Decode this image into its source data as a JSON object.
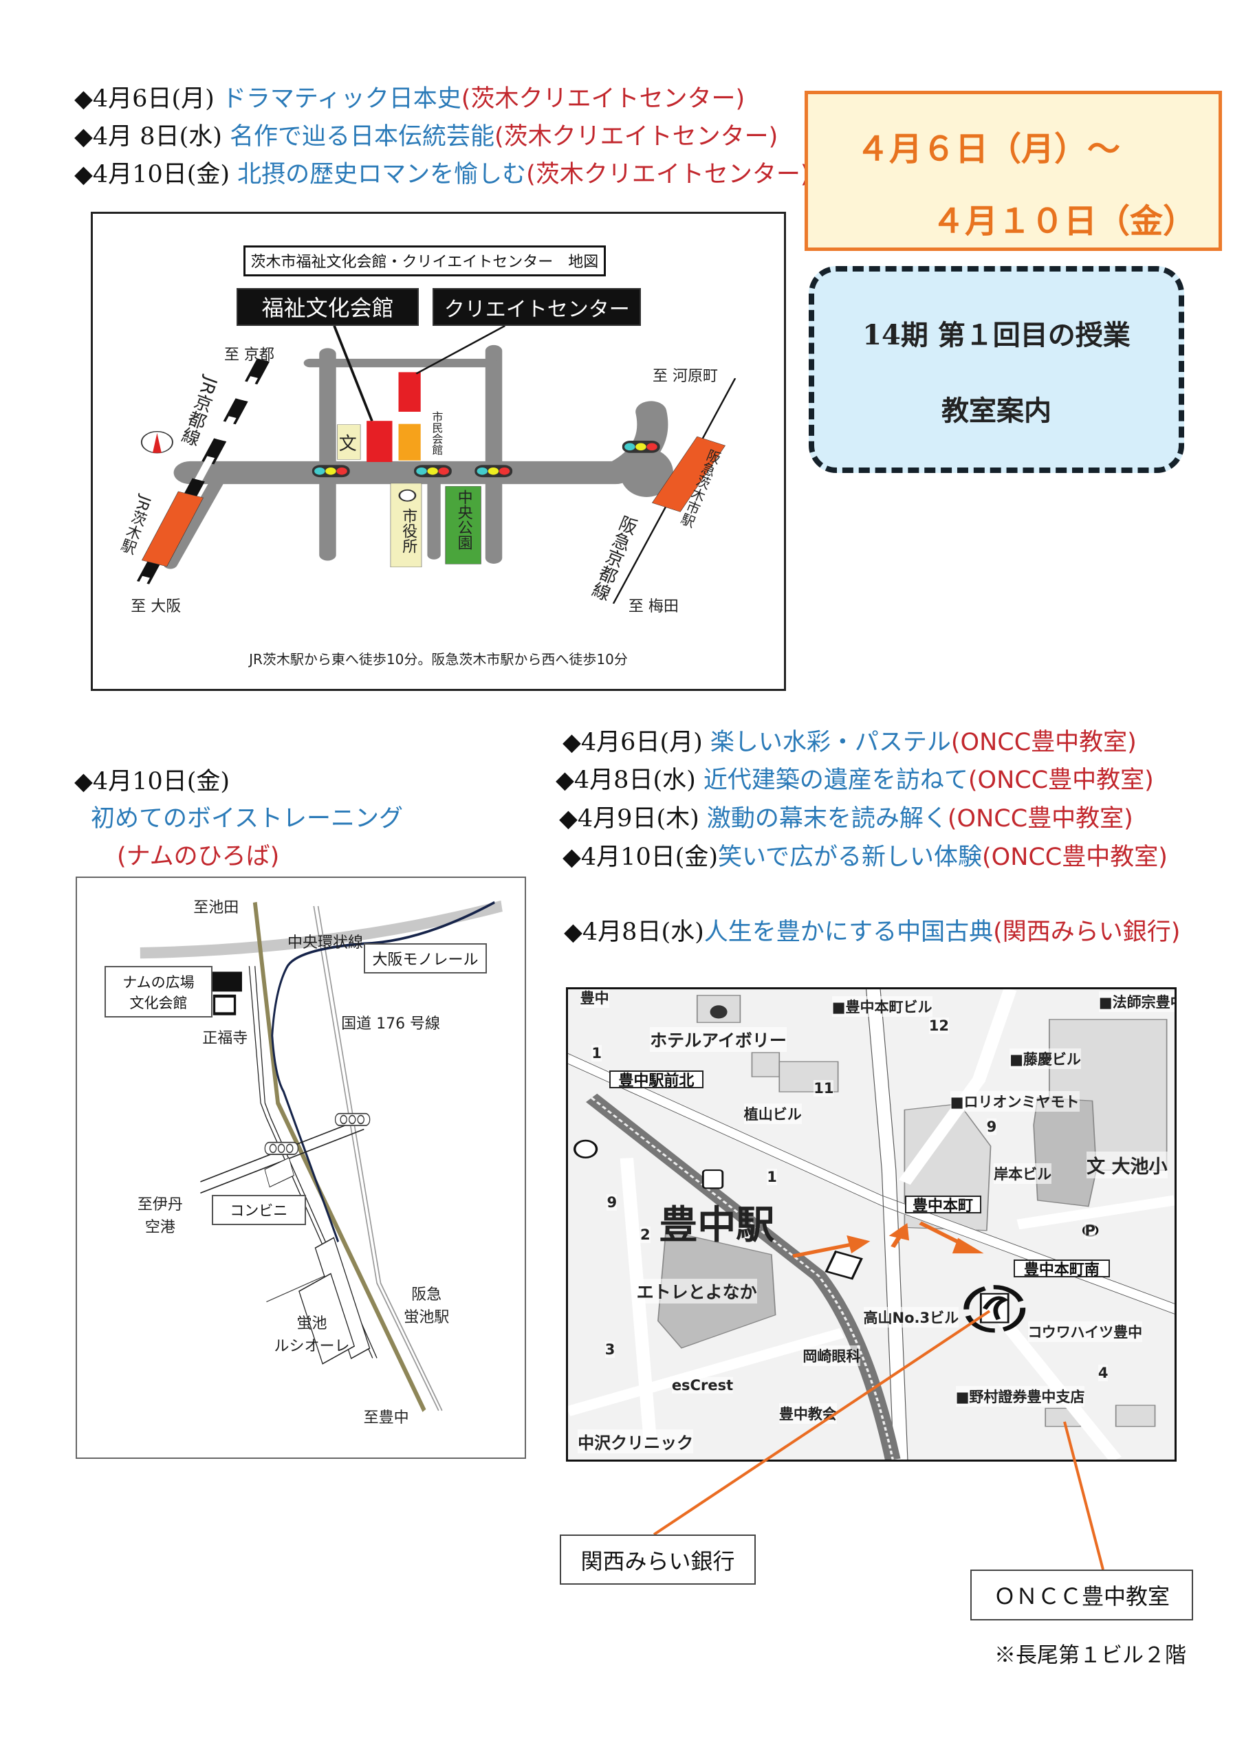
{
  "top_schedule": [
    {
      "date": "◆4月6日(月) ",
      "title": "ドラマティック日本史",
      "venue": "(茨木クリエイトセンター)"
    },
    {
      "date": "◆4月 8日(水) ",
      "title": "名作で辿る日本伝統芸能",
      "venue": "(茨木クリエイトセンター)"
    },
    {
      "date": "◆4月10日(金) ",
      "title": "北摂の歴史ロマンを愉しむ",
      "venue": "(茨木クリエイトセンター)"
    }
  ],
  "date_box": {
    "line1": "４月６日（月）～",
    "line2": "４月１０日（金）"
  },
  "info_box": {
    "line1": "14期 第１回目の授業",
    "line2": "教室案内"
  },
  "map_ibaraki": {
    "title": "茨木市福祉文化会館・クリイエイトセンター　地図",
    "label_hall": "福祉文化会館",
    "label_center": "クリエイトセンター",
    "to_kyoto": "至 京都",
    "to_kawaramachi": "至 河原町",
    "to_osaka": "至 大阪",
    "to_umeda": "至 梅田",
    "jr_line": "JR京都線",
    "jr_station": "JR茨木駅",
    "hankyu_line": "阪急京都線",
    "hankyu_station": "阪急茨木市駅",
    "civic_hall": "市民会館",
    "city_office": "市役所",
    "central_park": "中央公園",
    "school_symbol": "文",
    "footer": "JR茨木駅から東へ徒歩10分。阪急茨木市駅から西へ徒歩10分"
  },
  "left_schedule": {
    "date": "◆4月10日(金)",
    "title": "初めてのボイストレーニング",
    "venue": "(ナムのひろば)"
  },
  "map_hotarugaike": {
    "to_ikeda": "至池田",
    "chuo_loop": "中央環状線",
    "monorail": "大阪モノレール",
    "nam_line1": "ナムの広場",
    "nam_line2": "文化会館",
    "temple": "正福寺",
    "route176": "国道 176 号線",
    "to_itami_1": "至伊丹",
    "to_itami_2": "空港",
    "konbini": "コンビニ",
    "lucciole_1": "蛍池",
    "lucciole_2": "ルシオーレ",
    "station_1": "阪急",
    "station_2": "蛍池駅",
    "to_toyonaka": "至豊中"
  },
  "right_schedule": [
    {
      "date": "◆4月6日(月) ",
      "title": "楽しい水彩・パステル",
      "venue": "(ONCC豊中教室)"
    },
    {
      "date": "◆4月8日(水) ",
      "title": "近代建築の遺産を訪ねて",
      "venue": "(ONCC豊中教室)"
    },
    {
      "date": "◆4月9日(木) ",
      "title": "激動の幕末を読み解く",
      "venue": "(ONCC豊中教室)"
    },
    {
      "date": "◆4月10日(金)",
      "title": "笑いで広がる新しい体験",
      "venue": "(ONCC豊中教室)"
    },
    {
      "date": "◆4月8日(水)",
      "title": "人生を豊かにする中国古典",
      "venue": "(関西みらい銀行)"
    }
  ],
  "map_toyonaka": {
    "toyonaka_top": "豊中",
    "hotel": "ホテルアイボリー",
    "honmachi_bldg": "■豊中本町ビル",
    "hoshi": "■法師宗豊中",
    "fujikei": "■藤慶ビル",
    "ekimae_kita": "豊中駅前北",
    "orion": "■ロリオンミヤモト",
    "ueyama": "植山ビル",
    "oike": "文 大池小",
    "kishimoto": "岸本ビル",
    "station": "豊中駅",
    "honmachi": "豊中本町",
    "honmachi_minami": "豊中本町南",
    "etre": "エトレとよなか",
    "takayama": "高山No.3ビル",
    "kowa": "コウワハイツ豊中",
    "okazaki": "岡崎眼科",
    "escrest": "esCrest",
    "nomura": "■野村證券豊中支店",
    "church": "豊中教会",
    "nakazawa": "中沢クリニック",
    "n1": "1",
    "n12": "12",
    "n11": "11",
    "n9a": "9",
    "n9b": "9",
    "n1b": "1",
    "n2": "2",
    "n3": "3",
    "n4": "4",
    "p": "P"
  },
  "callouts": {
    "bank": "関西みらい銀行",
    "oncc": "ＯＮＣＣ豊中教室",
    "note": "※長尾第１ビル２階"
  },
  "colors": {
    "blue": "#2a7ab8",
    "red": "#c2272d",
    "orange": "#ec7a2b"
  }
}
